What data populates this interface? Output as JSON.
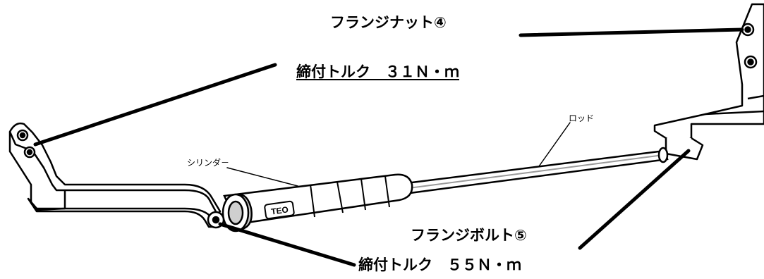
{
  "callouts": {
    "flange_nut": {
      "title": "フランジナット④",
      "torque": "締付トルク　３１Ｎ・ｍ"
    },
    "flange_bolt": {
      "title": "フランジボルト⑤",
      "torque": "締付トルク　５５Ｎ・ｍ"
    }
  },
  "parts": {
    "cylinder": "シリンダ－",
    "rod": "ロッド",
    "logo": "TEO"
  },
  "colors": {
    "ink": "#000000",
    "paper": "#ffffff",
    "shade": "#cfcfcf",
    "dark": "#4a4a4a"
  }
}
